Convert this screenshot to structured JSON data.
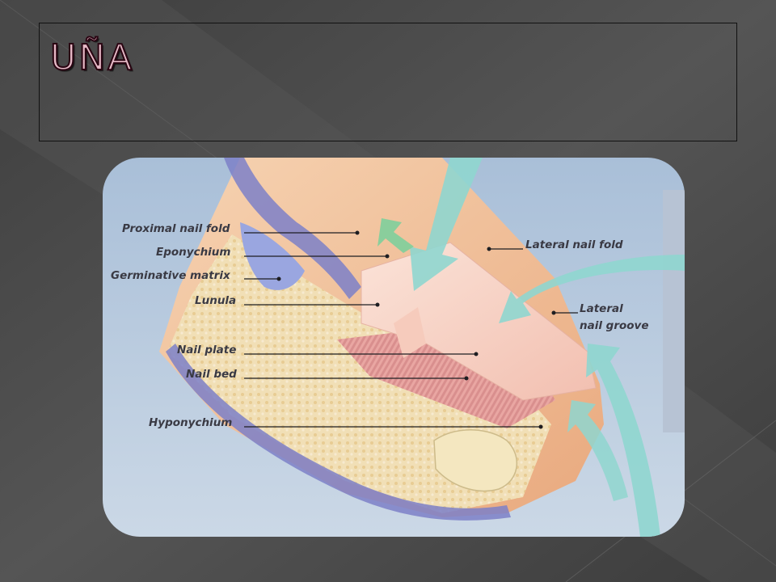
{
  "slide": {
    "title": "UÑA"
  },
  "diagram": {
    "labels": {
      "proximal_nail_fold": "Proximal nail fold",
      "eponychium": "Eponychium",
      "germinative_matrix": "Germinative matrix",
      "lunula": "Lunula",
      "nail_plate": "Nail plate",
      "nail_bed": "Nail bed",
      "hyponychium": "Hyponychium",
      "lateral_nail_fold": "Lateral nail fold",
      "lateral_nail_groove_1": "Lateral",
      "lateral_nail_groove_2": "nail groove"
    }
  },
  "colors": {
    "slide_background": "#4a4a4a",
    "title_fill": "#e6b9c6",
    "title_outline": "#2a0512",
    "skin": "#f2c4a0",
    "nail": "#f7d3c9",
    "bone_tissue": "#f0e0b8",
    "epidermis": "#7c80c8",
    "arrow": "#8fd6cf"
  }
}
